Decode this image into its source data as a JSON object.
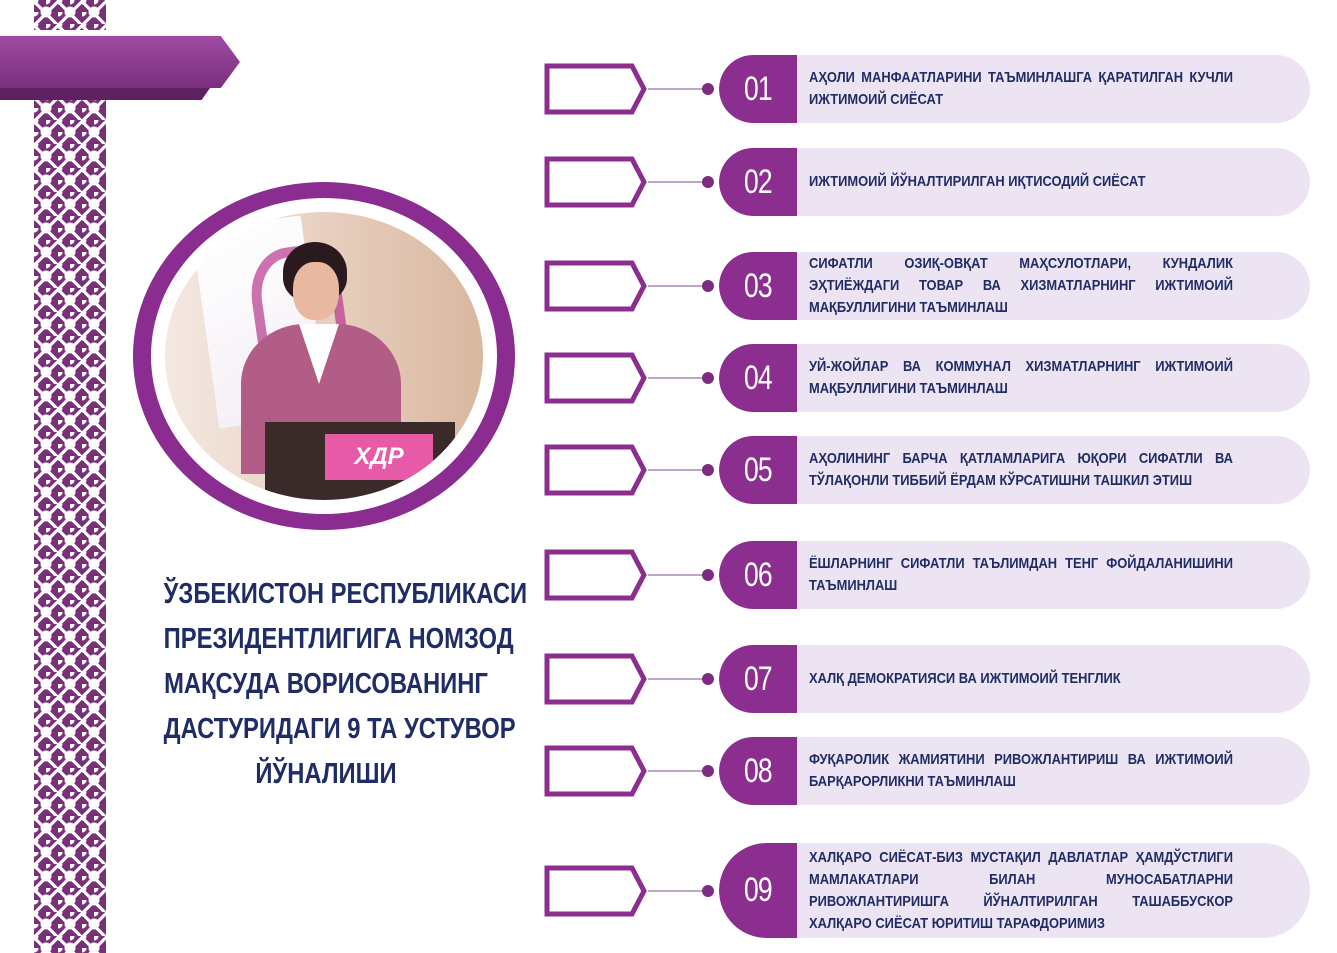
{
  "colors": {
    "accent": "#8b2e8f",
    "text": "#1f2c66",
    "pill": "#ece4f2"
  },
  "title_lines": [
    "ЎЗБЕКИСТОН РЕСПУБЛИКАСИ",
    "ПРЕЗИДЕНТЛИГИГА НОМЗОД",
    "МАҚСУДА ВОРИСОВАНИНГ",
    "ДАСТУРИДАГИ 9 ТА УСТУВОР",
    "ЙЎНАЛИШИ"
  ],
  "photo": {
    "podium_sign": "ХДР"
  },
  "items": [
    {
      "num": "01",
      "text": "АҲОЛИ МАНФААТЛАРИНИ ТАЪМИНЛАШГА ҚАРАТИЛГАН КУЧЛИ ИЖТИМОИЙ СИЁСАТ"
    },
    {
      "num": "02",
      "text": "ИЖТИМОИЙ ЙЎНАЛТИРИЛГАН ИҚТИСОДИЙ СИЁСАТ"
    },
    {
      "num": "03",
      "text": "СИФАТЛИ ОЗИҚ-ОВҚАТ МАҲСУЛОТЛАРИ, КУНДАЛИК ЭҲТИЁЖДАГИ ТОВАР ВА ХИЗМАТЛАРНИНГ ИЖТИМОИЙ МАҚБУЛЛИГИНИ ТАЪМИНЛАШ"
    },
    {
      "num": "04",
      "text": "УЙ-ЖОЙЛАР ВА КОММУНАЛ ХИЗМАТЛАРНИНГ ИЖТИМОИЙ МАҚБУЛЛИГИНИ ТАЪМИНЛАШ"
    },
    {
      "num": "05",
      "text": "АҲОЛИНИНГ БАРЧА ҚАТЛАМЛАРИГА ЮҚОРИ СИФАТЛИ ВА ТЎЛАҚОНЛИ ТИББИЙ ЁРДАМ КЎРСАТИШНИ ТАШКИЛ ЭТИШ"
    },
    {
      "num": "06",
      "text": "ЁШЛАРНИНГ СИФАТЛИ ТАЪЛИМДАН ТЕНГ ФОЙДАЛАНИШИНИ ТАЪМИНЛАШ"
    },
    {
      "num": "07",
      "text": "ХАЛҚ ДЕМОКРАТИЯСИ ВА ИЖТИМОИЙ ТЕНГЛИК"
    },
    {
      "num": "08",
      "text": "ФУҚАРОЛИК ЖАМИЯТИНИ РИВОЖЛАНТИРИШ ВА ИЖТИМОИЙ БАРҚАРОРЛИКНИ ТАЪМИНЛАШ"
    },
    {
      "num": "09",
      "text": "ХАЛҚАРО СИЁСАТ-БИЗ МУСТАҚИЛ ДАВЛАТЛАР ҲАМДЎСТЛИГИ МАМЛАКАТЛАРИ БИЛАН МУНОСАБАТЛАРНИ РИВОЖЛАНТИРИШГА ЙЎНАЛТИРИЛГАН ТАШАББУСКОР ХАЛҚАРО СИЁСАТ ЮРИТИШ ТАРАФДОРИМИЗ"
    }
  ]
}
